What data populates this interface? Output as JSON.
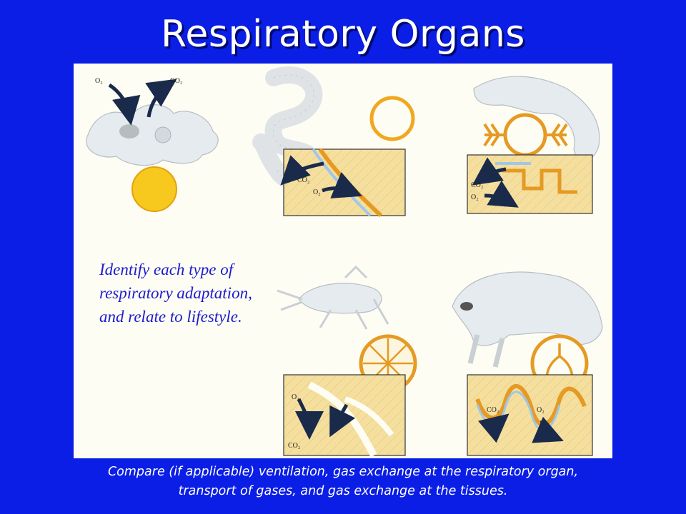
{
  "slide": {
    "title": "Respiratory Organs",
    "question": "Identify each type of respiratory adaptation, and relate to lifestyle.",
    "caption_line1": "Compare (if applicable) ventilation, gas exchange at the respiratory organ,",
    "caption_line2": "transport of gases, and gas exchange at the tissues."
  },
  "labels": {
    "o2": "O₂",
    "co2": "CO₂"
  },
  "colors": {
    "background": "#0a1ee6",
    "panel": "#fefdf3",
    "tissue": "#f3dc9c",
    "border_orange": "#e59a23",
    "capillary_blue": "#9fc7e8",
    "question_text": "#1b1bd1"
  },
  "figures": [
    {
      "name": "amoeba",
      "icon": "amoeba-icon"
    },
    {
      "name": "earthworm",
      "icon": "earthworm-icon"
    },
    {
      "name": "salamander",
      "icon": "salamander-icon"
    },
    {
      "name": "grasshopper",
      "icon": "grasshopper-icon"
    },
    {
      "name": "raccoon",
      "icon": "raccoon-icon"
    }
  ]
}
